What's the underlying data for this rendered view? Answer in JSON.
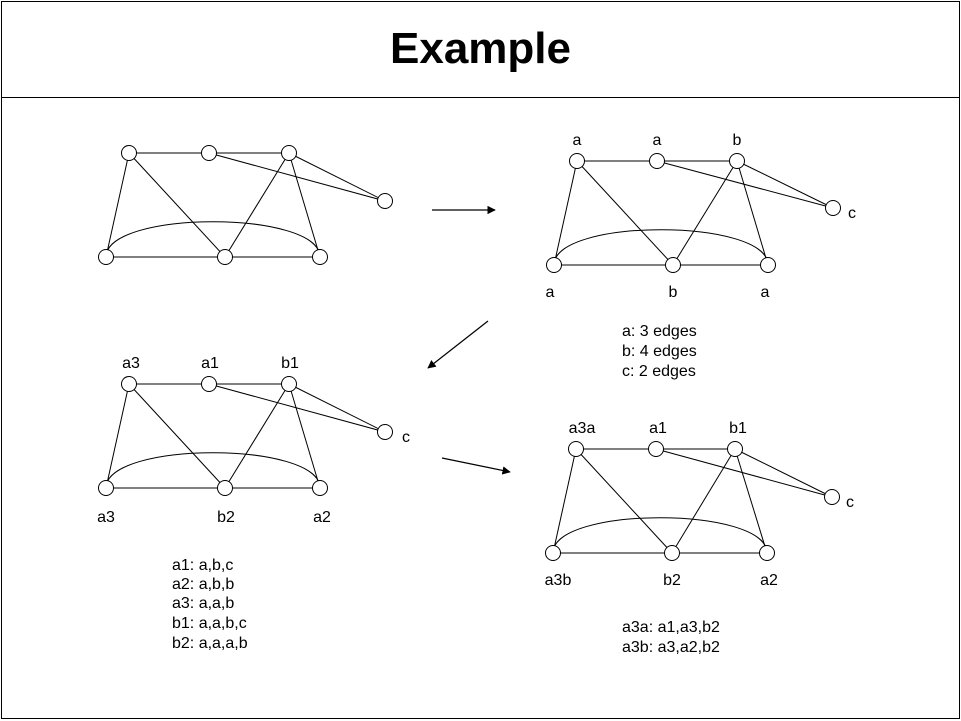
{
  "title": "Example",
  "graphs": [
    {
      "id": "g1",
      "labels": [
        "",
        "",
        "",
        "",
        "",
        "",
        ""
      ]
    },
    {
      "id": "g2",
      "labels": [
        "a",
        "a",
        "b",
        "c",
        "a",
        "b",
        "a"
      ]
    },
    {
      "id": "g3",
      "labels": [
        "a3",
        "a1",
        "b1",
        "c",
        "a3",
        "b2",
        "a2"
      ]
    },
    {
      "id": "g4",
      "labels": [
        "a3a",
        "a1",
        "b1",
        "c",
        "a3b",
        "b2",
        "a2"
      ]
    }
  ],
  "notes": {
    "edge_counts": [
      "a: 3 edges",
      "b: 4 edges",
      "c: 2 edges"
    ],
    "neighbors": [
      "a1: a,b,c",
      "a2: a,b,b",
      "a3: a,a,b",
      "b1: a,a,b,c",
      "b2: a,a,a,b"
    ],
    "split": [
      "a3a: a1,a3,b2",
      "a3b: a3,a2,b2"
    ]
  }
}
